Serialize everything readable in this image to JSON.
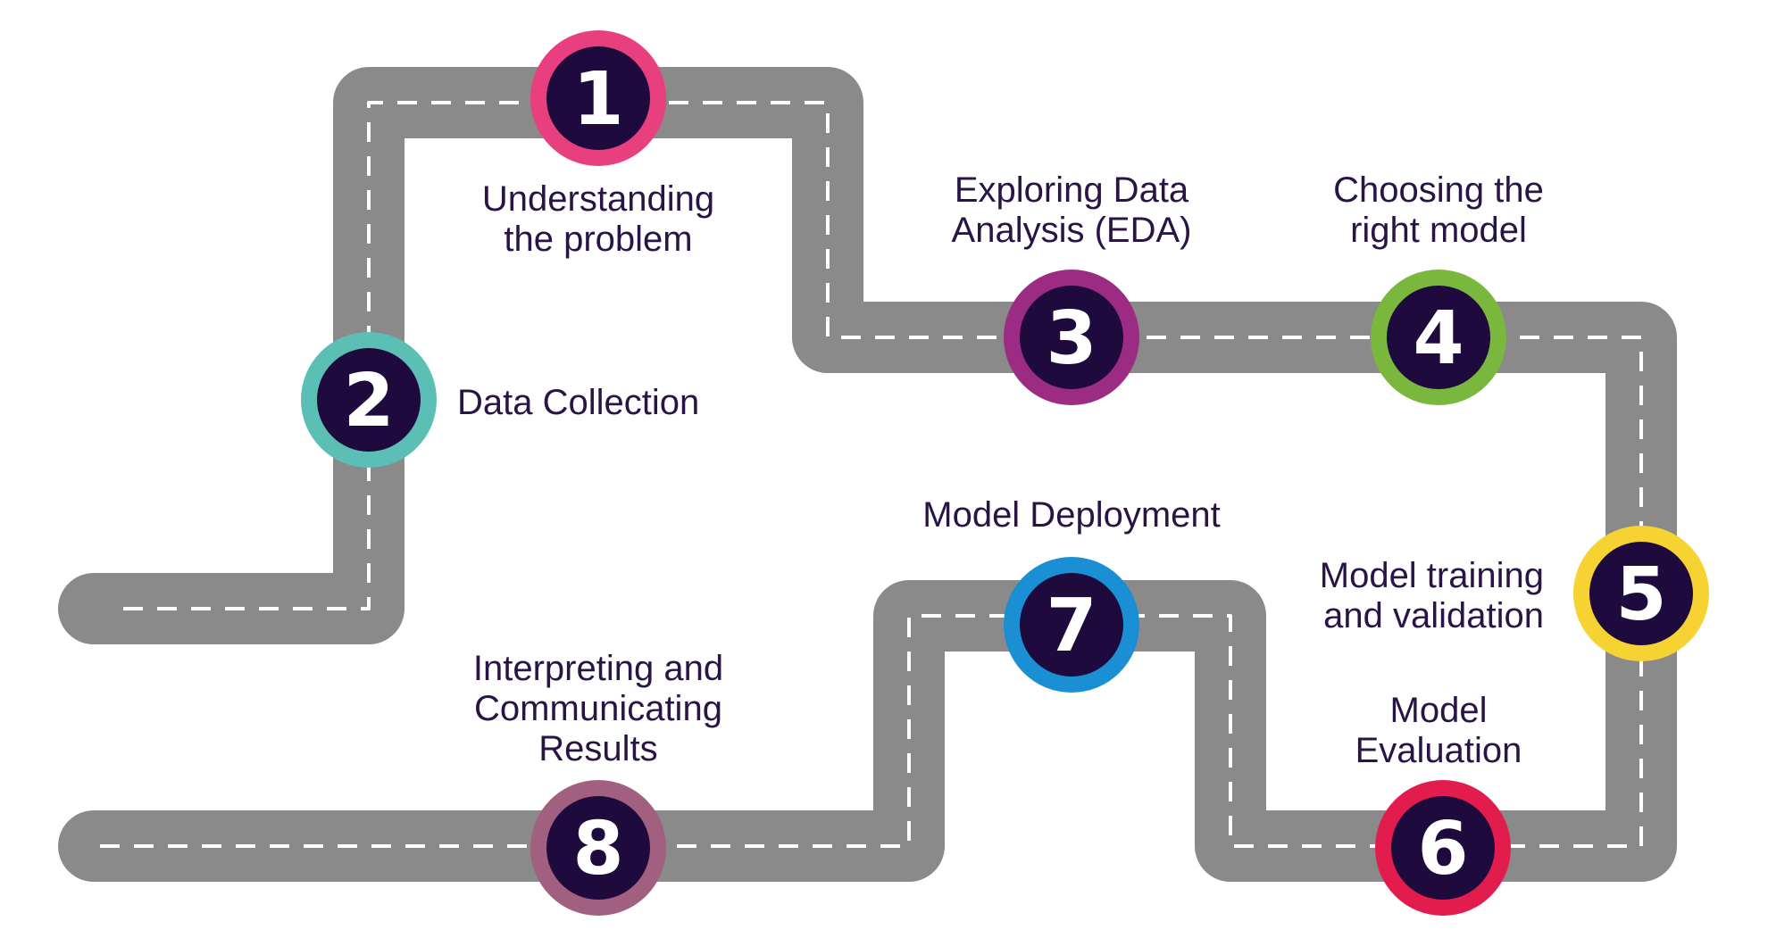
{
  "steps": [
    {
      "number": "1",
      "label_lines": [
        "Understanding",
        "the problem"
      ],
      "ring_color": "#e8407e"
    },
    {
      "number": "2",
      "label_lines": [
        "Data Collection"
      ],
      "ring_color": "#5bbfb5"
    },
    {
      "number": "3",
      "label_lines": [
        "Exploring Data",
        "Analysis (EDA)"
      ],
      "ring_color": "#9c2b84"
    },
    {
      "number": "4",
      "label_lines": [
        "Choosing the",
        "right model"
      ],
      "ring_color": "#7ab83d"
    },
    {
      "number": "5",
      "label_lines": [
        "Model training",
        "and validation"
      ],
      "ring_color": "#f6d332"
    },
    {
      "number": "6",
      "label_lines": [
        "Model",
        "Evaluation"
      ],
      "ring_color": "#e31c4e"
    },
    {
      "number": "7",
      "label_lines": [
        "Model Deployment"
      ],
      "ring_color": "#1a8fd3"
    },
    {
      "number": "8",
      "label_lines": [
        "Interpreting and",
        "Communicating",
        "Results"
      ],
      "ring_color": "#a1607f"
    }
  ],
  "colors": {
    "road": "#8a8a8a",
    "lane_marking": "#ffffff",
    "node_fill": "#1e0a3c",
    "label_text": "#2a1446"
  }
}
